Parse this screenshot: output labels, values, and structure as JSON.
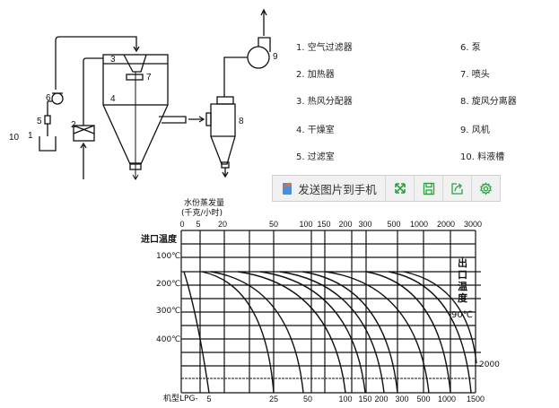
{
  "diagram": {
    "labels": [
      "1",
      "2",
      "3",
      "4",
      "5",
      "6",
      "7",
      "8",
      "9",
      "10"
    ],
    "legend": [
      "1. 空气过滤器",
      "2. 加热器",
      "3. 热风分配器",
      "4. 干燥室",
      "5. 过滤室",
      "6. 泵",
      "7. 喷头",
      "8. 旋风分离器",
      "9. 风机",
      "10. 料液槽"
    ]
  },
  "toolbar": {
    "send_label": "发送图片到手机",
    "icons": [
      "phone-send-icon",
      "fullscreen-icon",
      "save-icon",
      "share-icon",
      "settings-icon"
    ],
    "accent": "#2ea043"
  },
  "chart_data": {
    "type": "line",
    "title": "水份蒸发量",
    "top_axis_unit": "(千克/小时)",
    "top_ticks": [
      "0",
      "5",
      "20",
      "50",
      "100",
      "150",
      "200",
      "300",
      "500",
      "1000",
      "2000",
      "3000"
    ],
    "ylabel": "进口温度",
    "y_ticks": [
      "100℃",
      "200℃",
      "300℃",
      "400℃"
    ],
    "right_label_chars": [
      "出",
      "口",
      "温",
      "度"
    ],
    "outlet_temp": "90℃",
    "bottom_label": "机型LPG-",
    "series": [
      {
        "name": "5",
        "end_label": "5"
      },
      {
        "name": "25",
        "end_label": "25"
      },
      {
        "name": "50",
        "end_label": "50"
      },
      {
        "name": "100",
        "end_label": "100"
      },
      {
        "name": "150",
        "end_label": "150"
      },
      {
        "name": "200",
        "end_label": "200"
      },
      {
        "name": "300",
        "end_label": "300"
      },
      {
        "name": "500",
        "end_label": "500"
      },
      {
        "name": "1000",
        "end_label": "1000"
      },
      {
        "name": "1500",
        "end_label": "1500"
      },
      {
        "name": "2000",
        "end_label": "2000"
      }
    ],
    "grid": true
  }
}
